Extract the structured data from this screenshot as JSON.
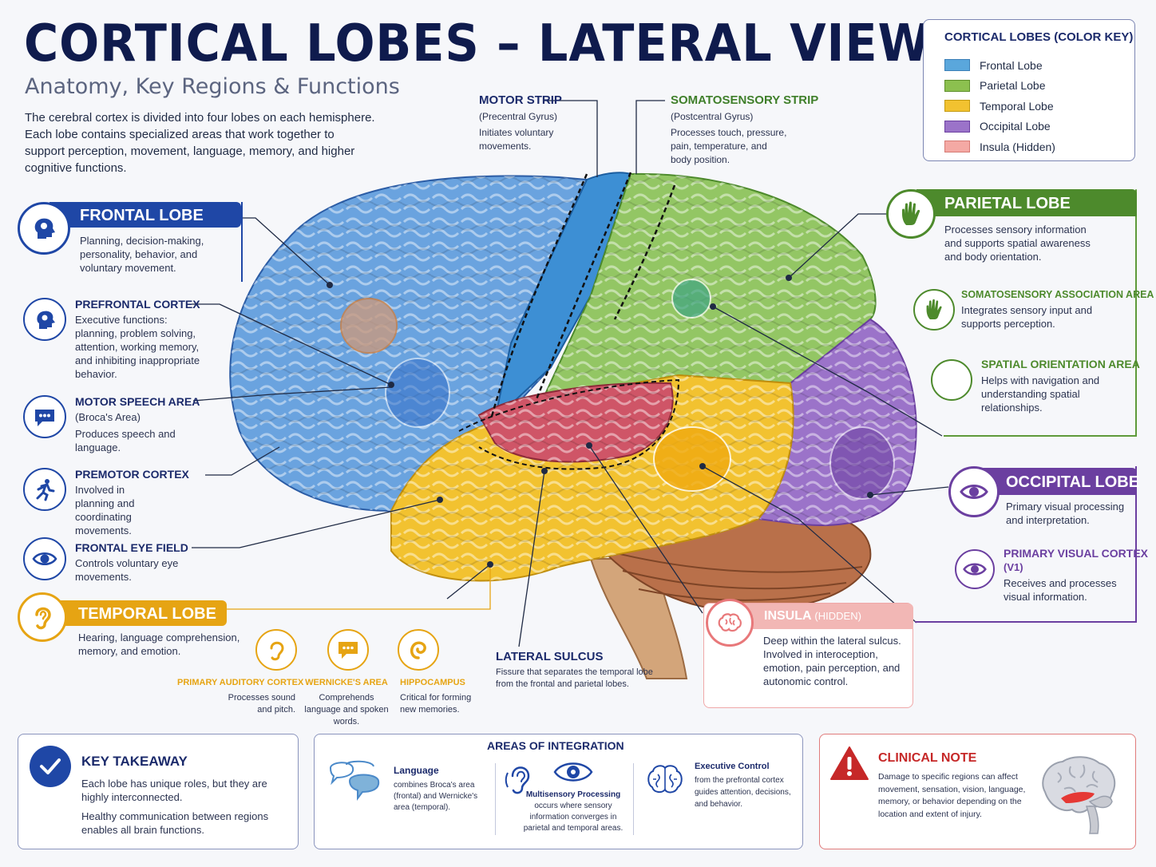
{
  "header": {
    "title": "CORTICAL LOBES – LATERAL VIEW",
    "subtitle": "Anatomy, Key Regions & Functions",
    "intro": "The cerebral cortex is divided into four lobes on each hemisphere. Each lobe contains specialized areas that work together to support perception, movement, language, memory, and higher cognitive functions."
  },
  "legend": {
    "title": "CORTICAL LOBES (COLOR KEY)",
    "items": [
      {
        "label": "Frontal Lobe",
        "color": "#5aa7dc"
      },
      {
        "label": "Parietal Lobe",
        "color": "#8cc04f"
      },
      {
        "label": "Temporal Lobe",
        "color": "#f2c230"
      },
      {
        "label": "Occipital Lobe",
        "color": "#9b73c9"
      },
      {
        "label": "Insula (Hidden)",
        "color": "#f4a9a4"
      }
    ]
  },
  "motor_strip": {
    "title": "MOTOR STRIP",
    "sub": "(Precentral Gyrus)",
    "desc": "Initiates voluntary movements."
  },
  "somato_strip": {
    "title": "SOMATOSENSORY STRIP",
    "sub": "(Postcentral Gyrus)",
    "desc": "Processes touch, pressure, pain, temperature, and body position."
  },
  "frontal": {
    "title": "FRONTAL LOBE",
    "desc": "Planning, decision-making, personality, behavior, and voluntary movement.",
    "areas": [
      {
        "title": "PREFRONTAL CORTEX",
        "desc": "Executive functions: planning, problem solving, attention, working memory, and inhibiting inappropriate behavior."
      },
      {
        "title": "MOTOR SPEECH AREA",
        "sub": "(Broca's Area)",
        "desc": "Produces speech and language."
      },
      {
        "title": "PREMOTOR CORTEX",
        "desc": "Involved in planning and coordinating movements."
      },
      {
        "title": "FRONTAL EYE FIELD",
        "desc": "Controls voluntary eye movements."
      }
    ]
  },
  "temporal": {
    "title": "TEMPORAL LOBE",
    "desc": "Hearing, language comprehension, memory, and emotion.",
    "areas": [
      {
        "title": "PRIMARY AUDITORY CORTEX",
        "desc": "Processes sound and pitch."
      },
      {
        "title": "WERNICKE'S AREA",
        "desc": "Comprehends language and spoken words."
      },
      {
        "title": "HIPPOCAMPUS",
        "desc": "Critical for forming new memories."
      }
    ]
  },
  "lateral_sulcus": {
    "title": "LATERAL SULCUS",
    "desc": "Fissure that separates the temporal lobe from the frontal and parietal lobes."
  },
  "insula": {
    "title": "INSULA",
    "title_suffix": "(HIDDEN)",
    "desc": "Deep within the lateral sulcus. Involved in interoception, emotion, pain perception, and autonomic control."
  },
  "parietal": {
    "title": "PARIETAL LOBE",
    "desc": "Processes sensory information and supports spatial awareness and body orientation.",
    "areas": [
      {
        "title": "SOMATOSENSORY ASSOCIATION AREA",
        "desc": "Integrates sensory input and supports perception."
      },
      {
        "title": "SPATIAL ORIENTATION AREA",
        "desc": "Helps with navigation and understanding spatial relationships."
      }
    ]
  },
  "occipital": {
    "title": "OCCIPITAL LOBE",
    "desc": "Primary visual processing and interpretation.",
    "areas": [
      {
        "title": "PRIMARY VISUAL CORTEX",
        "sub": "(V1)",
        "desc": "Receives and processes visual information."
      }
    ]
  },
  "takeaway": {
    "title": "KEY TAKEAWAY",
    "p1": "Each lobe has unique roles, but they are highly interconnected.",
    "p2": "Healthy communication between regions enables all brain functions."
  },
  "integration": {
    "title": "AREAS OF INTEGRATION",
    "language_title": "Language",
    "language_desc": "combines Broca's area (frontal) and Wernicke's area (temporal).",
    "multi_title": "Multisensory Processing",
    "multi_desc": "occurs where sensory information converges in parietal and temporal areas.",
    "exec_title": "Executive Control",
    "exec_desc": "from the prefrontal cortex guides attention, decisions, and behavior."
  },
  "clinical": {
    "title": "CLINICAL NOTE",
    "desc": "Damage to specific regions can affect movement, sensation, vision, language, memory, or behavior depending on the location and extent of injury."
  },
  "colors": {
    "navy": "#1b2a6b",
    "frontal": "#1f47a6",
    "parietal": "#3f7f2a",
    "temporal": "#e6a413",
    "occipital": "#6b3fa0",
    "insula": "#e8787a",
    "clinical": "#c62828"
  }
}
